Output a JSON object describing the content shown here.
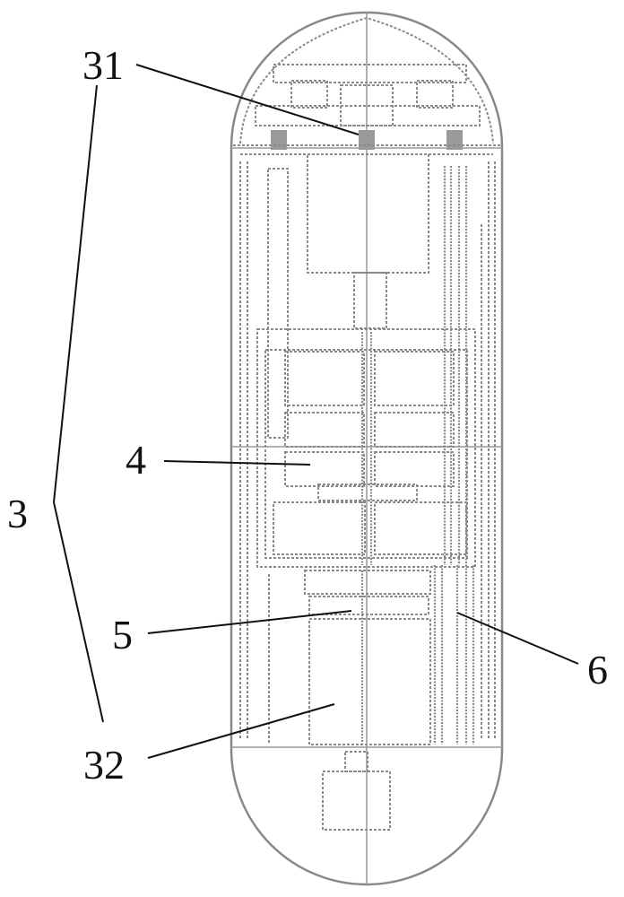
{
  "labels": {
    "l31": "31",
    "l3": "3",
    "l4": "4",
    "l5": "5",
    "l6": "6",
    "l32": "32"
  }
}
